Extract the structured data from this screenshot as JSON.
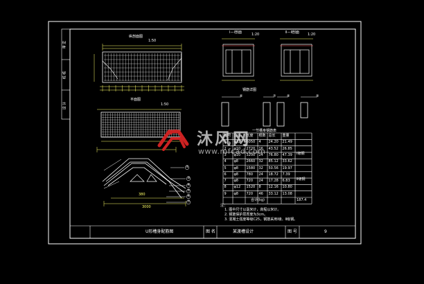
{
  "drawing": {
    "title_block": {
      "drawing_name": "U形槽身配筋图",
      "field_label_1": "图 名",
      "field_value_1": "某渡槽设计",
      "field_label_2": "图 号",
      "sheet_number": "9"
    },
    "side_strip": {
      "cells": [
        "审 定",
        "校 核",
        "设 计"
      ]
    },
    "views": {
      "elevation_title": "纵剖面图",
      "elevation_scale": "1:50",
      "plan_title": "平面图",
      "plan_scale": "1:50",
      "section_1_title": "Ⅰ—Ⅰ剖面",
      "section_1_scale": "1:20",
      "section_2_title": "Ⅱ—Ⅱ剖面",
      "section_2_scale": "1:20",
      "bar_detail_title": "钢筋详图"
    },
    "table": {
      "title": "一节槽身钢筋表",
      "headers": [
        "编号",
        "直径",
        "长度",
        "根数",
        "总长",
        "重量"
      ],
      "rows": [
        [
          "1",
          "φ12",
          "6050",
          "4",
          "24.20",
          "21.49"
        ],
        [
          "2",
          "φ10",
          "2720",
          "16",
          "43.52",
          "26.85"
        ],
        [
          "3",
          "φ10",
          "3200",
          "24",
          "76.80",
          "47.39"
        ],
        [
          "4",
          "φ8",
          "2660",
          "32",
          "85.12",
          "33.62"
        ],
        [
          "5",
          "φ8",
          "1580",
          "32",
          "50.56",
          "19.97"
        ],
        [
          "6",
          "φ8",
          "780",
          "24",
          "18.72",
          "7.39"
        ],
        [
          "7",
          "φ8",
          "720",
          "24",
          "17.28",
          "6.83"
        ],
        [
          "8",
          "φ12",
          "1520",
          "8",
          "12.16",
          "10.80"
        ],
        [
          "9",
          "φ8",
          "720",
          "46",
          "33.12",
          "13.08"
        ]
      ],
      "group_labels": [
        "Ⅰ级钢",
        "Ⅱ级钢"
      ],
      "total_label": "合计(kg)",
      "total_value": "187.4"
    },
    "notes": {
      "heading": "注：",
      "lines": [
        "1. 图中尺寸以毫米计，高程以米计。",
        "2. 钢筋保护层厚度为3cm。",
        "3. 混凝土强度等级C25，钢筋采用Ⅰ级、Ⅱ级钢。"
      ]
    },
    "section_view_labels": {
      "dim_bottom": "380",
      "dim_total": "3000"
    },
    "bar_markers": [
      "①",
      "②",
      "③",
      "④",
      "⑤",
      "⑥",
      "⑦",
      "⑧",
      "⑨"
    ]
  },
  "watermark": {
    "brand": "沐风网",
    "url": "www.mfcad.com"
  },
  "colors": {
    "background": "#000000",
    "frame": "#ffffff",
    "dimension": "#ffff66",
    "table_line": "#ffffff",
    "rebar": "#ffffff",
    "accent_red": "#ff4040",
    "accent_green": "#33cc33",
    "watermark_logo": "#cc2222"
  }
}
